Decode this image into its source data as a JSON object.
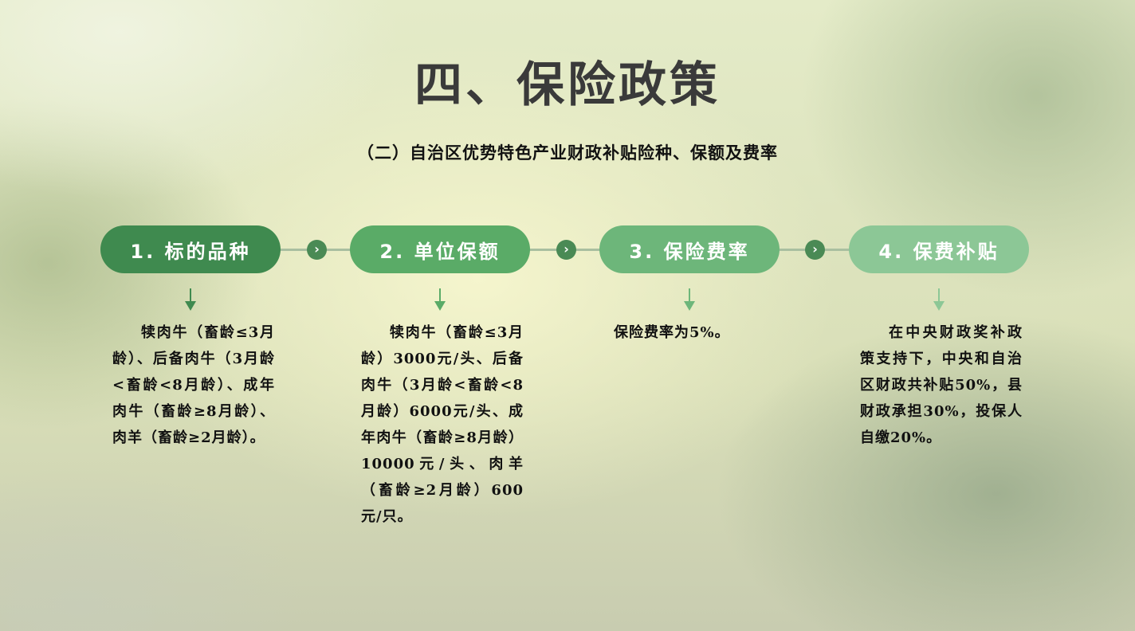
{
  "title": "四、保险政策",
  "subtitle": "（二）自治区优势特色产业财政补贴险种、保额及费率",
  "steps": [
    {
      "label": "1. 标的品种",
      "color": "#3f8a4f",
      "text": "犊肉牛（畜龄≤3月龄）、后备肉牛（3月龄<畜龄<8月龄）、成年肉牛（畜龄≥8月龄）、肉羊（畜龄≥2月龄）。"
    },
    {
      "label": "2. 单位保额",
      "color": "#5aab67",
      "text": "犊肉牛（畜龄≤3月龄）3000元/头、后备肉牛（3月龄<畜龄<8月龄）6000元/头、成年肉牛（畜龄≥8月龄）10000元/头、肉羊（畜龄≥2月龄）600元/只。"
    },
    {
      "label": "3. 保险费率",
      "color": "#6db67a",
      "text": "保险费率为5%。"
    },
    {
      "label": "4. 保费补贴",
      "color": "#8cc796",
      "text": "在中央财政奖补政策支持下，中央和自治区财政共补贴50%，县财政承担30%，投保人自缴20%。"
    }
  ],
  "connector_icon": "chevron-right-icon",
  "arrow_icon": "arrow-down-icon"
}
